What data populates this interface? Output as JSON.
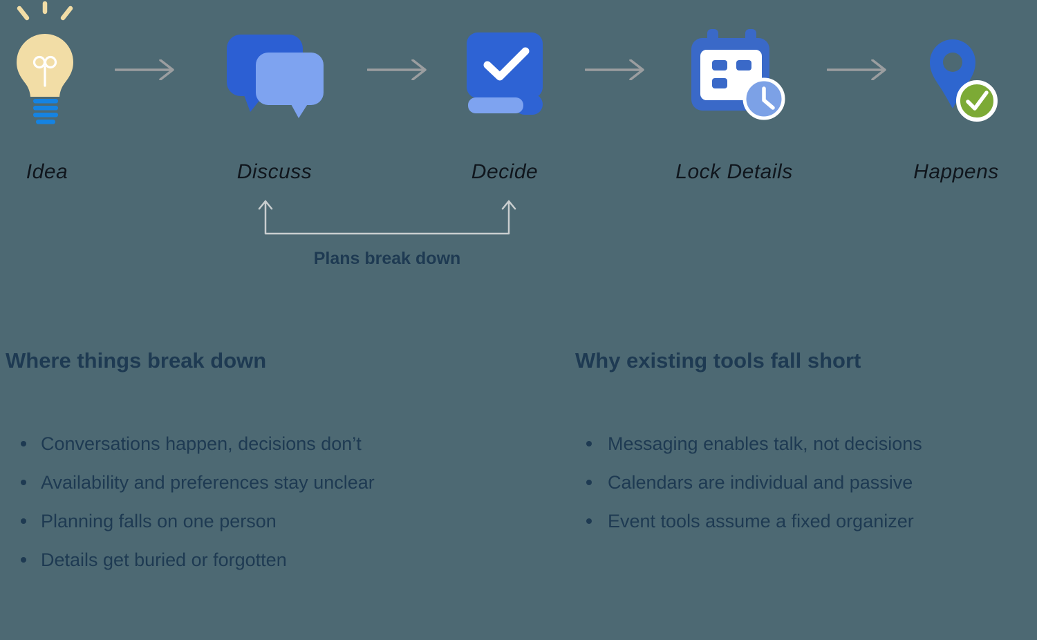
{
  "colors": {
    "background": "#4d6973",
    "heading_text": "#1e3a52",
    "label_text": "#10161d",
    "arrow_gray": "#9b9ea0",
    "loop_gray": "#c9cecf",
    "primary_blue": "#2e63d4",
    "light_blue": "#7ea3f0",
    "bulb_cream": "#f2dda6",
    "bulb_base_blue": "#1583e2",
    "success_green": "#7caa35"
  },
  "flow": {
    "steps": [
      {
        "label": "Idea",
        "icon": "lightbulb-icon"
      },
      {
        "label": "Discuss",
        "icon": "chat-bubbles-icon"
      },
      {
        "label": "Decide",
        "icon": "book-check-icon"
      },
      {
        "label": "Lock Details",
        "icon": "calendar-clock-icon"
      },
      {
        "label": "Happens",
        "icon": "map-pin-check-icon"
      }
    ],
    "loop_label": "Plans break down"
  },
  "sections": {
    "left": {
      "title": "Where things break down",
      "bullets": [
        "Conversations happen, decisions don’t",
        "Availability and preferences stay unclear",
        "Planning falls on one person",
        "Details get buried or forgotten"
      ]
    },
    "right": {
      "title": "Why existing tools fall short",
      "bullets": [
        "Messaging enables talk, not decisions",
        "Calendars are individual and passive",
        "Event tools assume a fixed organizer"
      ]
    }
  }
}
